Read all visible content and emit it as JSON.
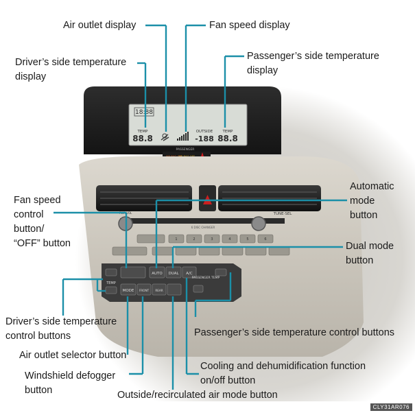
{
  "labels": {
    "air_outlet_display": "Air outlet display",
    "fan_speed_display": "Fan speed display",
    "driver_temp_display_1": "Driver’s side temperature",
    "driver_temp_display_2": "display",
    "passenger_temp_display_1": "Passenger’s side temperature",
    "passenger_temp_display_2": "display",
    "automatic_mode_1": "Automatic",
    "automatic_mode_2": "mode",
    "automatic_mode_3": "button",
    "fan_speed_control_1": "Fan speed",
    "fan_speed_control_2": "control",
    "fan_speed_control_3": "button/",
    "fan_speed_control_4": "“OFF” button",
    "dual_mode_1": "Dual mode",
    "dual_mode_2": "button",
    "driver_temp_control_1": "Driver’s side temperature",
    "driver_temp_control_2": "control buttons",
    "passenger_temp_control": "Passenger’s side temperature control buttons",
    "air_outlet_selector": "Air outlet selector button",
    "windshield_defogger_1": "Windshield defogger",
    "windshield_defogger_2": "button",
    "cooling_1": "Cooling and dehumidification function",
    "cooling_2": "on/off button",
    "outside_recirc": "Outside/recirculated air mode button"
  },
  "display": {
    "clock": "18:88",
    "temp_label": "TEMP",
    "driver_temp": "88.8",
    "outside_label": "OUTSIDE",
    "outside_temp": "-188",
    "passenger_temp": "88.8",
    "passenger_label": "PASSENGER",
    "airbag_on": "AIR BAG ON",
    "airbag_off": "AIR BAG OFF"
  },
  "panel": {
    "disc_changer": "6 DISC CHANGER",
    "tune_sel": "TUNE·SEL",
    "power_vol": "PWR·VOL",
    "presets": [
      "1",
      "2",
      "3",
      "4",
      "5",
      "6"
    ],
    "auto": "AUTO",
    "dual": "DUAL",
    "ac": "A/C",
    "mode": "MODE",
    "front": "FRONT",
    "rear": "REAR",
    "temp": "TEMP",
    "passenger_temp": "PASSENGER TEMP"
  },
  "figure_code": "CLY31AR076",
  "colors": {
    "callout": "#1b8fa8",
    "hazard": "#cc1f1f",
    "lcd_bg": "#d8dcd6"
  }
}
